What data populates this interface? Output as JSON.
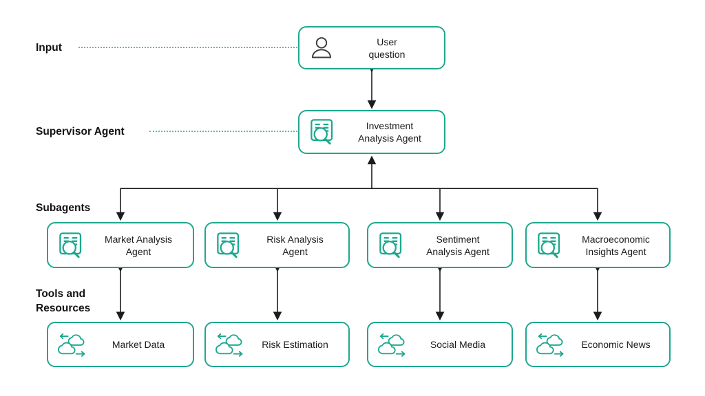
{
  "row_labels": {
    "input": "Input",
    "supervisor": "Supervisor Agent",
    "subagents": "Subagents",
    "tools_resources": "Tools and\nResources"
  },
  "nodes": {
    "user_question": "User\nquestion",
    "supervisor_agent": "Investment\nAnalysis Agent",
    "subagents": [
      "Market Analysis\nAgent",
      "Risk Analysis\nAgent",
      "Sentiment\nAnalysis Agent",
      "Macroeconomic\nInsights Agent"
    ],
    "tools": [
      "Market Data",
      "Risk Estimation",
      "Social Media",
      "Economic News"
    ]
  },
  "icons": {
    "user_question": "person-icon",
    "agent_nodes": "document-magnifier-icon",
    "tool_nodes": "cloud-data-exchange-icon"
  },
  "colors": {
    "accent_teal": "#1ca88f",
    "arrow_black": "#1c1c1c",
    "text": "#1b1b1b",
    "background": "#ffffff"
  }
}
